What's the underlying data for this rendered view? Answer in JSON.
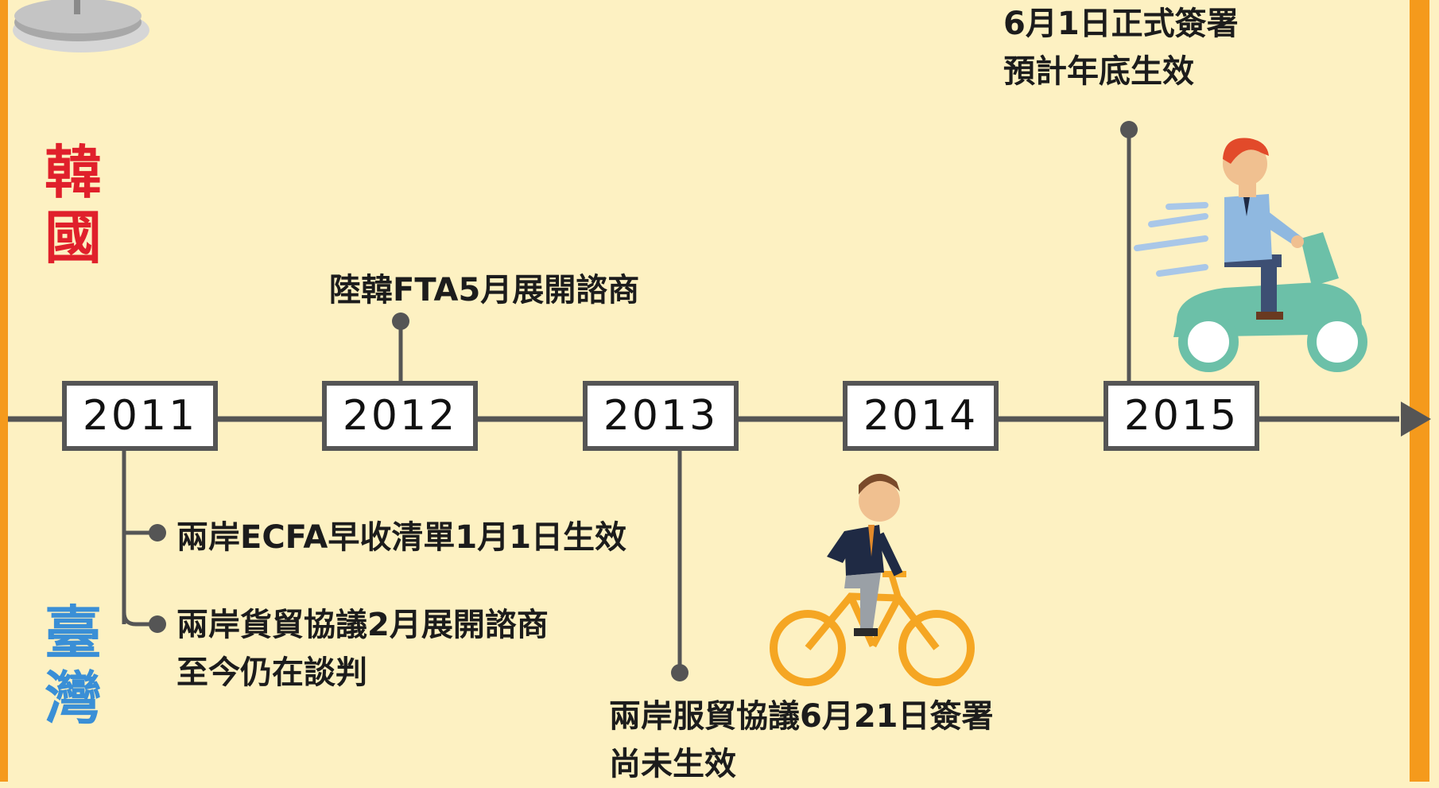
{
  "countries": {
    "korea": {
      "chars": [
        "韓",
        "國"
      ],
      "color": "#e0202b"
    },
    "taiwan": {
      "chars": [
        "臺",
        "灣"
      ],
      "color": "#3a8fd6"
    }
  },
  "timeline": {
    "years": [
      "2011",
      "2012",
      "2013",
      "2014",
      "2015"
    ],
    "line_color": "#555555",
    "frame_color": "#f59a1c",
    "background": "#fdf1c2"
  },
  "events": {
    "korea": [
      {
        "year": "2012",
        "lines": [
          "陸韓FTA5月展開諮商"
        ]
      },
      {
        "year": "2015",
        "lines": [
          "6月1日正式簽署",
          "預計年底生效"
        ]
      }
    ],
    "taiwan": [
      {
        "year": "2011",
        "lines": [
          "兩岸ECFA早收清單1月1日生效"
        ]
      },
      {
        "year": "2011",
        "lines": [
          "兩岸貨貿協議2月展開諮商",
          "至今仍在談判"
        ]
      },
      {
        "year": "2013",
        "lines": [
          "兩岸服貿協議6月21日簽署",
          "尚未生效"
        ]
      }
    ]
  },
  "illustrations": [
    {
      "icon": "cyclist-icon",
      "near_year": "2014"
    },
    {
      "icon": "scooter-rider-icon",
      "near_year": "2015"
    }
  ]
}
